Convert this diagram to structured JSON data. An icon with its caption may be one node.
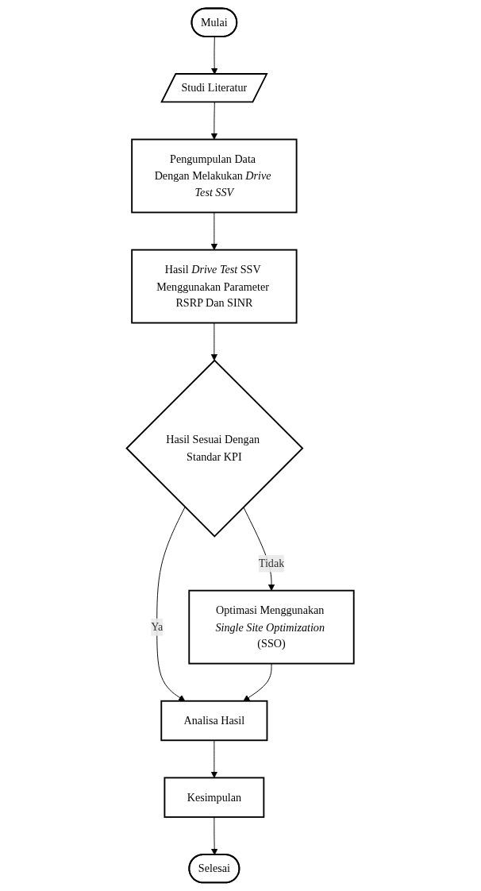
{
  "diagram": {
    "nodes": [
      {
        "text": [
          "Mulai"
        ]
      },
      {
        "text": [
          "Studi Literatur"
        ]
      },
      {
        "text": [
          "Pengumpulan Data Dengan Melakukan *Drive Test SSV*"
        ]
      },
      {
        "text": [
          "Hasil *Drive Test* SSV Menggunakan Parameter RSRP Dan SINR"
        ]
      },
      {
        "text": [
          "Hasil Sesuai Dengan Standar KPI"
        ]
      },
      {
        "text": [
          "Optimasi Menggunakan *Single Site Optimization* (SSO)"
        ]
      },
      {
        "text": [
          "Analisa Hasil"
        ]
      },
      {
        "text": [
          "Kesimpulan"
        ]
      },
      {
        "text": [
          "Selesai"
        ]
      }
    ],
    "edges": [
      {
        "from": 0,
        "to": 1,
        "arrow": "to"
      },
      {
        "from": 1,
        "to": 2,
        "arrow": "to"
      },
      {
        "from": 2,
        "to": 3,
        "arrow": "to"
      },
      {
        "from": 3,
        "to": 4,
        "arrow": "to"
      },
      {
        "from": 4,
        "to": 5,
        "arrow": "to",
        "label": "Tidak"
      },
      {
        "from": 4,
        "to": 6,
        "arrow": "to",
        "label": "Ya"
      },
      {
        "from": 5,
        "to": 6,
        "arrow": "to"
      },
      {
        "from": 6,
        "to": 7,
        "arrow": "to"
      },
      {
        "from": 7,
        "to": 8,
        "arrow": "to"
      }
    ]
  }
}
